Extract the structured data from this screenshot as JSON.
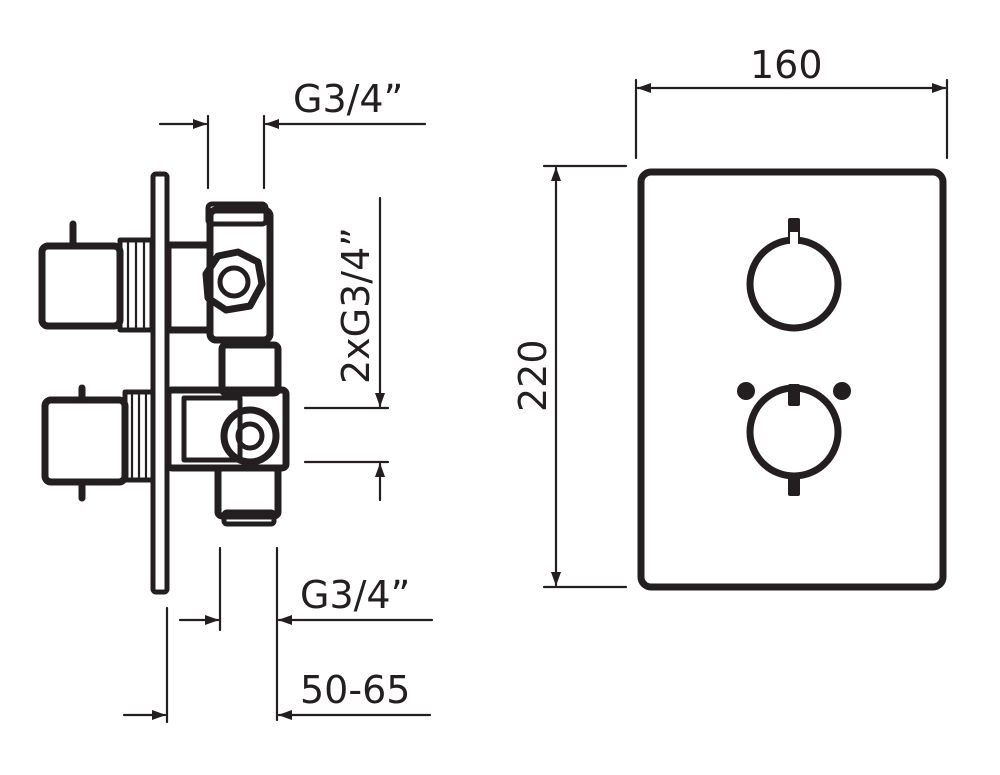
{
  "side_view": {
    "top_connection_label": "G3/4”",
    "outlet_label": "2xG3/4”",
    "bottom_connection_label": "G3/4”",
    "depth_label": "50-65"
  },
  "front_view": {
    "width_label": "160",
    "height_label": "220"
  }
}
